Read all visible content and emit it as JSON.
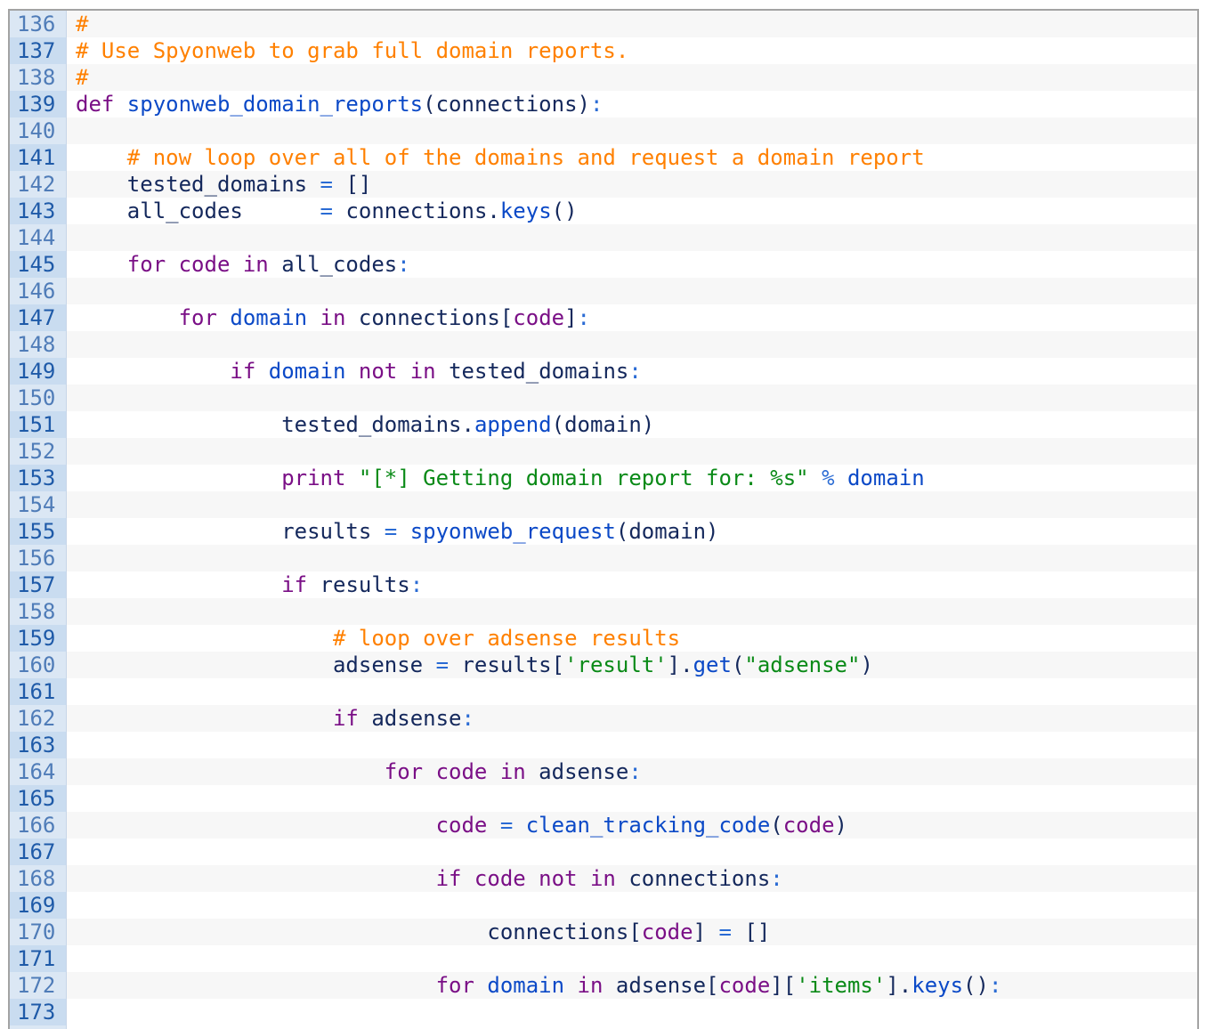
{
  "editor": {
    "language": "python",
    "lines": [
      {
        "n": "136",
        "hi": false,
        "t": [
          [
            "cm",
            "#"
          ]
        ]
      },
      {
        "n": "137",
        "hi": true,
        "t": [
          [
            "cm",
            "# Use Spyonweb to grab full domain reports."
          ]
        ]
      },
      {
        "n": "138",
        "hi": false,
        "t": [
          [
            "cm",
            "#"
          ]
        ]
      },
      {
        "n": "139",
        "hi": true,
        "t": [
          [
            "kw",
            "def "
          ],
          [
            "fn",
            "spyonweb_domain_reports"
          ],
          [
            "tx",
            "(connections)"
          ],
          [
            "op",
            ":"
          ]
        ]
      },
      {
        "n": "140",
        "hi": false,
        "t": []
      },
      {
        "n": "141",
        "hi": true,
        "t": [
          [
            "tx",
            "    "
          ],
          [
            "cm",
            "# now loop over all of the domains and request a domain report"
          ]
        ]
      },
      {
        "n": "142",
        "hi": false,
        "t": [
          [
            "tx",
            "    tested_domains "
          ],
          [
            "op",
            "="
          ],
          [
            "tx",
            " []"
          ]
        ]
      },
      {
        "n": "143",
        "hi": true,
        "t": [
          [
            "tx",
            "    all_codes      "
          ],
          [
            "op",
            "="
          ],
          [
            "tx",
            " connections."
          ],
          [
            "fn",
            "keys"
          ],
          [
            "tx",
            "()"
          ]
        ]
      },
      {
        "n": "144",
        "hi": false,
        "t": []
      },
      {
        "n": "145",
        "hi": true,
        "t": [
          [
            "tx",
            "    "
          ],
          [
            "kw",
            "for code in "
          ],
          [
            "tx",
            "all_codes"
          ],
          [
            "op",
            ":"
          ]
        ]
      },
      {
        "n": "146",
        "hi": false,
        "t": []
      },
      {
        "n": "147",
        "hi": true,
        "t": [
          [
            "tx",
            "        "
          ],
          [
            "kw",
            "for "
          ],
          [
            "fn",
            "domain "
          ],
          [
            "kw",
            "in "
          ],
          [
            "tx",
            "connections["
          ],
          [
            "kw",
            "code"
          ],
          [
            "tx",
            "]"
          ],
          [
            "op",
            ":"
          ]
        ]
      },
      {
        "n": "148",
        "hi": false,
        "t": []
      },
      {
        "n": "149",
        "hi": true,
        "t": [
          [
            "tx",
            "            "
          ],
          [
            "kw",
            "if "
          ],
          [
            "fn",
            "domain "
          ],
          [
            "kw",
            "not in "
          ],
          [
            "tx",
            "tested_domains"
          ],
          [
            "op",
            ":"
          ]
        ]
      },
      {
        "n": "150",
        "hi": false,
        "t": []
      },
      {
        "n": "151",
        "hi": true,
        "t": [
          [
            "tx",
            "                tested_domains."
          ],
          [
            "fn",
            "append"
          ],
          [
            "tx",
            "(domain)"
          ]
        ]
      },
      {
        "n": "152",
        "hi": false,
        "t": []
      },
      {
        "n": "153",
        "hi": true,
        "t": [
          [
            "tx",
            "                "
          ],
          [
            "kw",
            "print "
          ],
          [
            "st",
            "\"[*] Getting domain report for: %s\" "
          ],
          [
            "op",
            "% "
          ],
          [
            "fn",
            "domain"
          ]
        ]
      },
      {
        "n": "154",
        "hi": false,
        "t": []
      },
      {
        "n": "155",
        "hi": true,
        "t": [
          [
            "tx",
            "                results "
          ],
          [
            "op",
            "= "
          ],
          [
            "fn",
            "spyonweb_request"
          ],
          [
            "tx",
            "(domain)"
          ]
        ]
      },
      {
        "n": "156",
        "hi": false,
        "t": []
      },
      {
        "n": "157",
        "hi": true,
        "t": [
          [
            "tx",
            "                "
          ],
          [
            "kw",
            "if "
          ],
          [
            "tx",
            "results"
          ],
          [
            "op",
            ":"
          ]
        ]
      },
      {
        "n": "158",
        "hi": false,
        "t": []
      },
      {
        "n": "159",
        "hi": true,
        "t": [
          [
            "tx",
            "                    "
          ],
          [
            "cm",
            "# loop over adsense results"
          ]
        ]
      },
      {
        "n": "160",
        "hi": false,
        "t": [
          [
            "tx",
            "                    adsense "
          ],
          [
            "op",
            "= "
          ],
          [
            "tx",
            "results["
          ],
          [
            "st",
            "'result'"
          ],
          [
            "tx",
            "]."
          ],
          [
            "fn",
            "get"
          ],
          [
            "tx",
            "("
          ],
          [
            "st",
            "\"adsense\""
          ],
          [
            "tx",
            ")"
          ]
        ]
      },
      {
        "n": "161",
        "hi": true,
        "t": []
      },
      {
        "n": "162",
        "hi": false,
        "t": [
          [
            "tx",
            "                    "
          ],
          [
            "kw",
            "if "
          ],
          [
            "tx",
            "adsense"
          ],
          [
            "op",
            ":"
          ]
        ]
      },
      {
        "n": "163",
        "hi": true,
        "t": []
      },
      {
        "n": "164",
        "hi": false,
        "t": [
          [
            "tx",
            "                        "
          ],
          [
            "kw",
            "for code in "
          ],
          [
            "tx",
            "adsense"
          ],
          [
            "op",
            ":"
          ]
        ]
      },
      {
        "n": "165",
        "hi": true,
        "t": []
      },
      {
        "n": "166",
        "hi": false,
        "t": [
          [
            "tx",
            "                            "
          ],
          [
            "kw",
            "code "
          ],
          [
            "op",
            "= "
          ],
          [
            "fn",
            "clean_tracking_code"
          ],
          [
            "tx",
            "("
          ],
          [
            "kw",
            "code"
          ],
          [
            "tx",
            ")"
          ]
        ]
      },
      {
        "n": "167",
        "hi": true,
        "t": []
      },
      {
        "n": "168",
        "hi": false,
        "t": [
          [
            "tx",
            "                            "
          ],
          [
            "kw",
            "if code not in "
          ],
          [
            "tx",
            "connections"
          ],
          [
            "op",
            ":"
          ]
        ]
      },
      {
        "n": "169",
        "hi": true,
        "t": []
      },
      {
        "n": "170",
        "hi": false,
        "t": [
          [
            "tx",
            "                                connections["
          ],
          [
            "kw",
            "code"
          ],
          [
            "tx",
            "] "
          ],
          [
            "op",
            "="
          ],
          [
            "tx",
            " []"
          ]
        ]
      },
      {
        "n": "171",
        "hi": true,
        "t": []
      },
      {
        "n": "172",
        "hi": false,
        "t": [
          [
            "tx",
            "                            "
          ],
          [
            "kw",
            "for "
          ],
          [
            "fn",
            "domain "
          ],
          [
            "kw",
            "in "
          ],
          [
            "tx",
            "adsense["
          ],
          [
            "kw",
            "code"
          ],
          [
            "tx",
            "]["
          ],
          [
            "st",
            "'items'"
          ],
          [
            "tx",
            "]."
          ],
          [
            "fn",
            "keys"
          ],
          [
            "tx",
            "()"
          ],
          [
            "op",
            ":"
          ]
        ]
      },
      {
        "n": "173",
        "hi": true,
        "t": []
      }
    ]
  }
}
